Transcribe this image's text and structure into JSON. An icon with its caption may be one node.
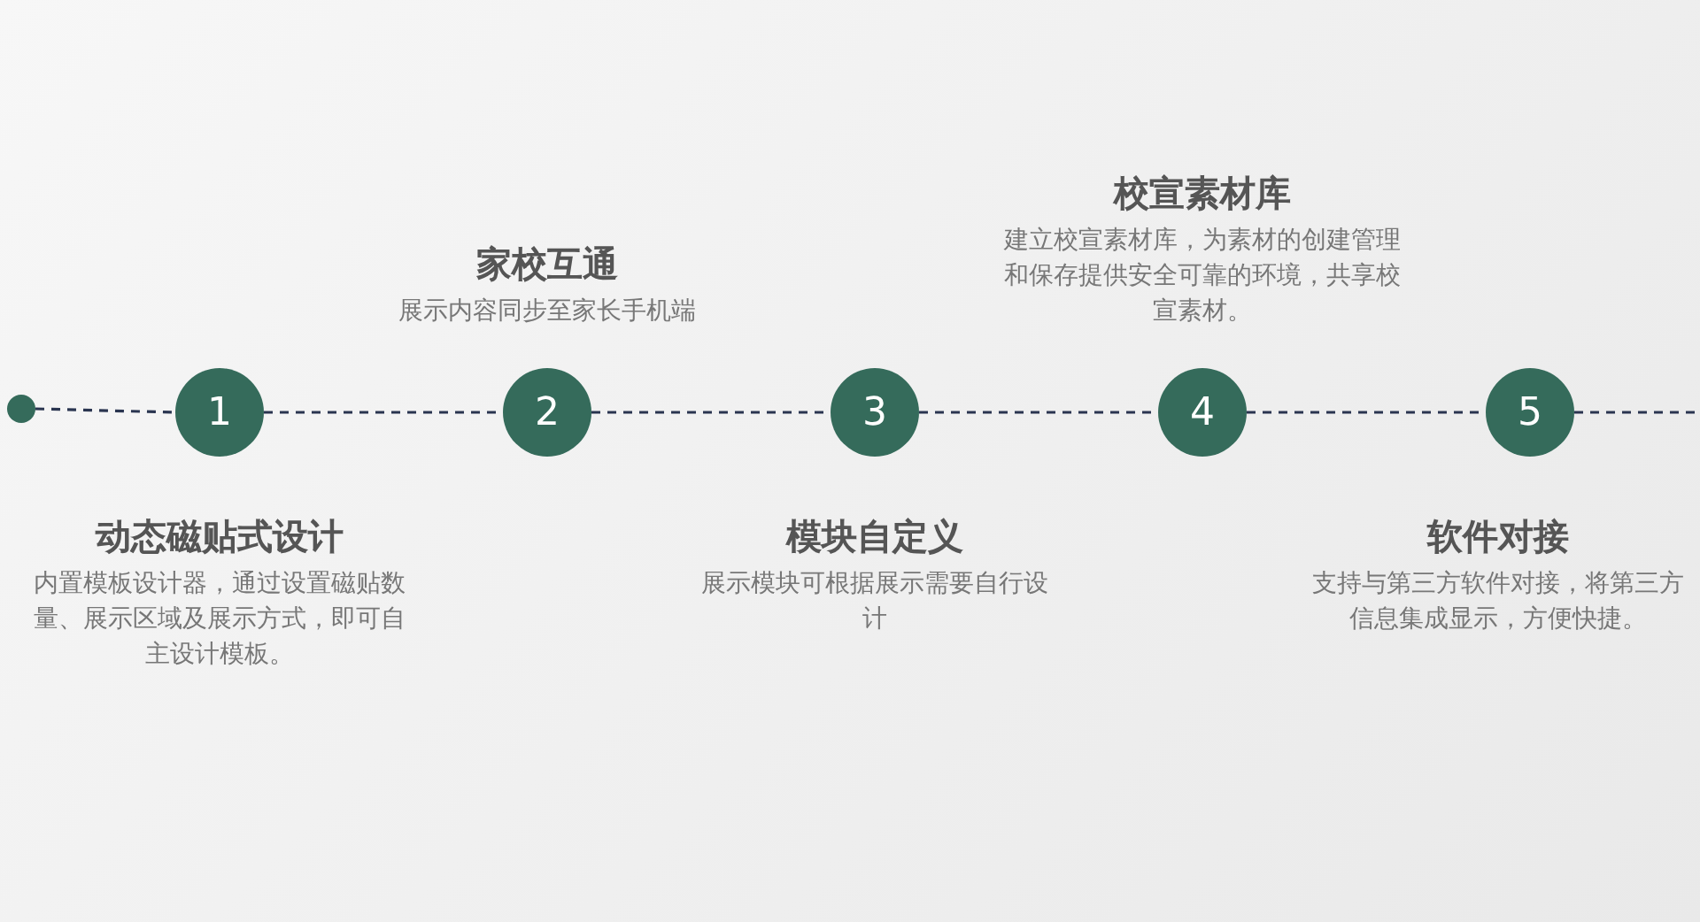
{
  "diagram": {
    "nodes": [
      {
        "text": [],
        "shape": "circle"
      },
      {
        "text": [
          "1"
        ],
        "beside": [
          "动态磁贴式设计",
          "内置模板设计器，通过设置磁贴数量、展示区域及展示方式，即可自主设计模板。"
        ]
      },
      {
        "text": [
          "2"
        ],
        "beside": [
          "家校互通",
          "展示内容同步至家长手机端"
        ]
      },
      {
        "text": [
          "3"
        ],
        "beside": [
          "模块自定义",
          "展示模块可根据展示需要自行设计"
        ]
      },
      {
        "text": [
          "4"
        ],
        "beside": [
          "校宣素材库",
          "建立校宣素材库，为素材的创建管理和保存提供安全可靠的环境，共享校宣素材。"
        ]
      },
      {
        "text": [
          "5"
        ],
        "beside": [
          "软件对接",
          "支持与第三方软件对接，将第三方信息集成显示，方便快捷。"
        ]
      }
    ],
    "edges": [
      {
        "from": 0,
        "to": 1,
        "arrow": "none",
        "style": "dashed"
      },
      {
        "from": 1,
        "to": 2,
        "arrow": "none",
        "style": "dashed"
      },
      {
        "from": 2,
        "to": 3,
        "arrow": "none",
        "style": "dashed"
      },
      {
        "from": 3,
        "to": 4,
        "arrow": "none",
        "style": "dashed"
      },
      {
        "from": 4,
        "to": 5,
        "arrow": "none",
        "style": "dashed"
      },
      {
        "from": 5,
        "to": null,
        "arrow": "none",
        "style": "dashed"
      }
    ]
  }
}
